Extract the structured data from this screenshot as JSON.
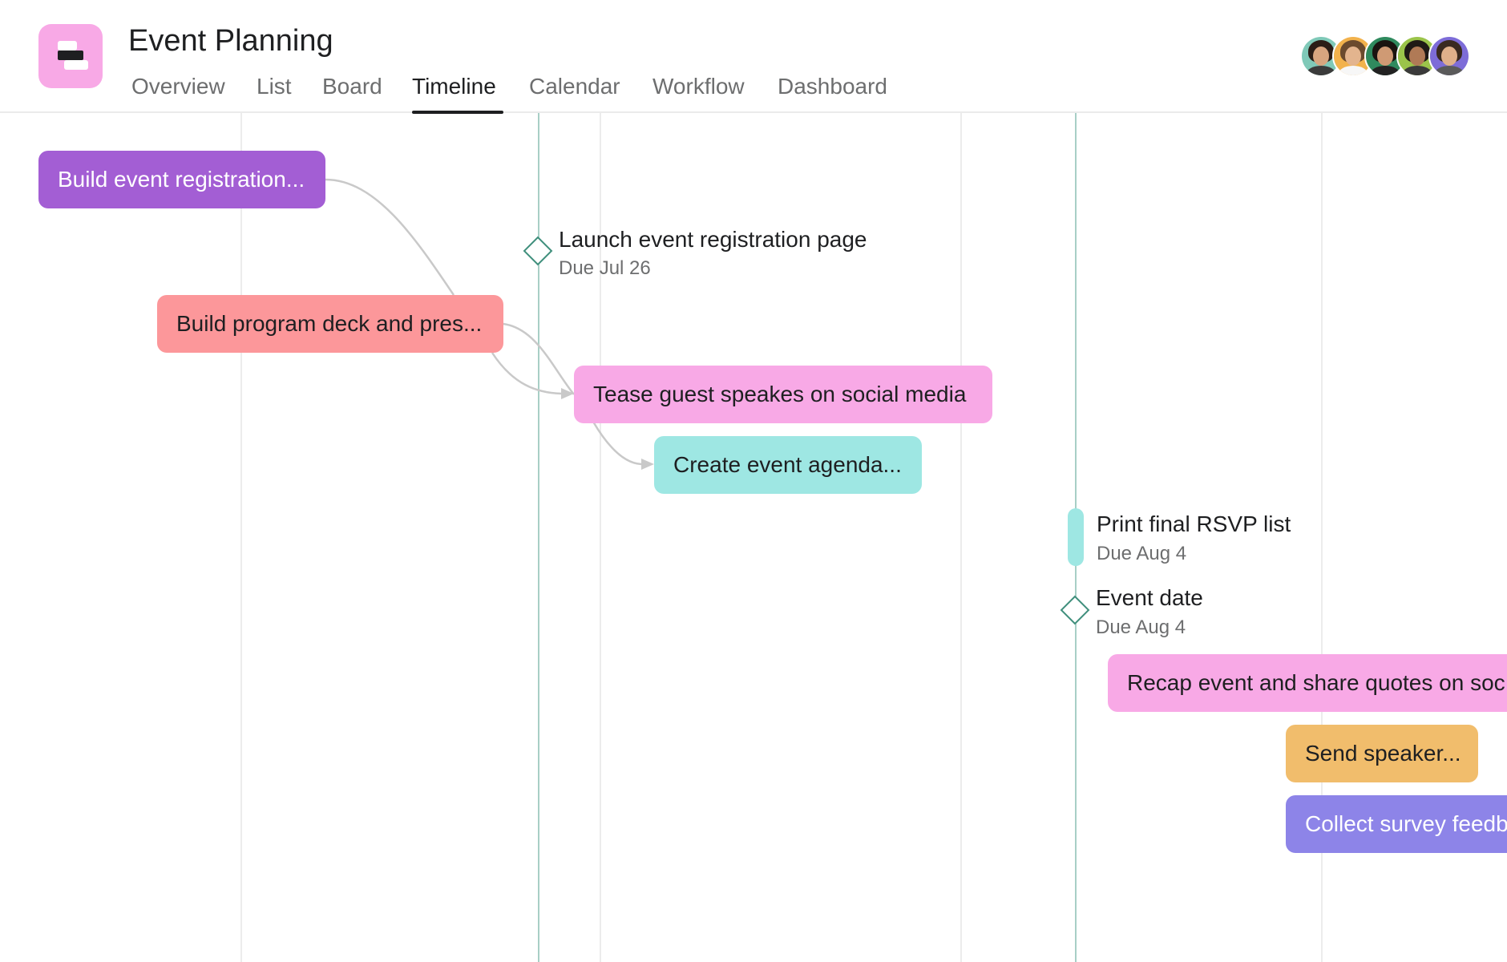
{
  "project": {
    "title": "Event Planning"
  },
  "tabs": [
    "Overview",
    "List",
    "Board",
    "Timeline",
    "Calendar",
    "Workflow",
    "Dashboard"
  ],
  "active_tab": "Timeline",
  "members": [
    "member-1",
    "member-2",
    "member-3",
    "member-4",
    "member-5"
  ],
  "tasks": [
    {
      "label": "Build event registration...",
      "color": "#a35ed4"
    },
    {
      "label": "Build program deck and pres...",
      "color": "#fc979a"
    },
    {
      "label": "Tease guest speakes on social media",
      "color": "#f8a9e6"
    },
    {
      "label": "Create event agenda...",
      "color": "#9ee7e3"
    },
    {
      "label": "Recap event and share quotes on soc",
      "color": "#f8a9e6"
    },
    {
      "label": "Send speaker...",
      "color": "#f1bd6c"
    },
    {
      "label": "Collect survey feedb",
      "color": "#8d84e8"
    }
  ],
  "milestones": [
    {
      "title": "Launch event registration page",
      "due": "Due Jul 26"
    },
    {
      "title": "Print final RSVP list",
      "due": "Due Aug 4"
    },
    {
      "title": "Event date",
      "due": "Due Aug 4"
    }
  ],
  "colors": {
    "accent_green": "#3f8f7c",
    "text": "#1e1f21",
    "muted": "#6d6e6f"
  }
}
